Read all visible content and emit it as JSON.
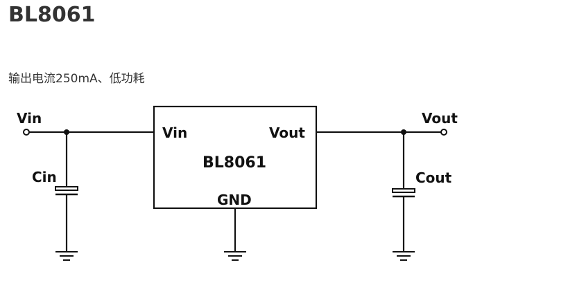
{
  "page": {
    "title": "BL8061",
    "description": "输出电流250mA、低功耗"
  },
  "circuit": {
    "input_terminal_label": "Vin",
    "output_terminal_label": "Vout",
    "input_capacitor_label": "Cin",
    "output_capacitor_label": "Cout",
    "chip": {
      "name": "BL8061",
      "pin_in": "Vin",
      "pin_out": "Vout",
      "pin_gnd": "GND"
    }
  }
}
